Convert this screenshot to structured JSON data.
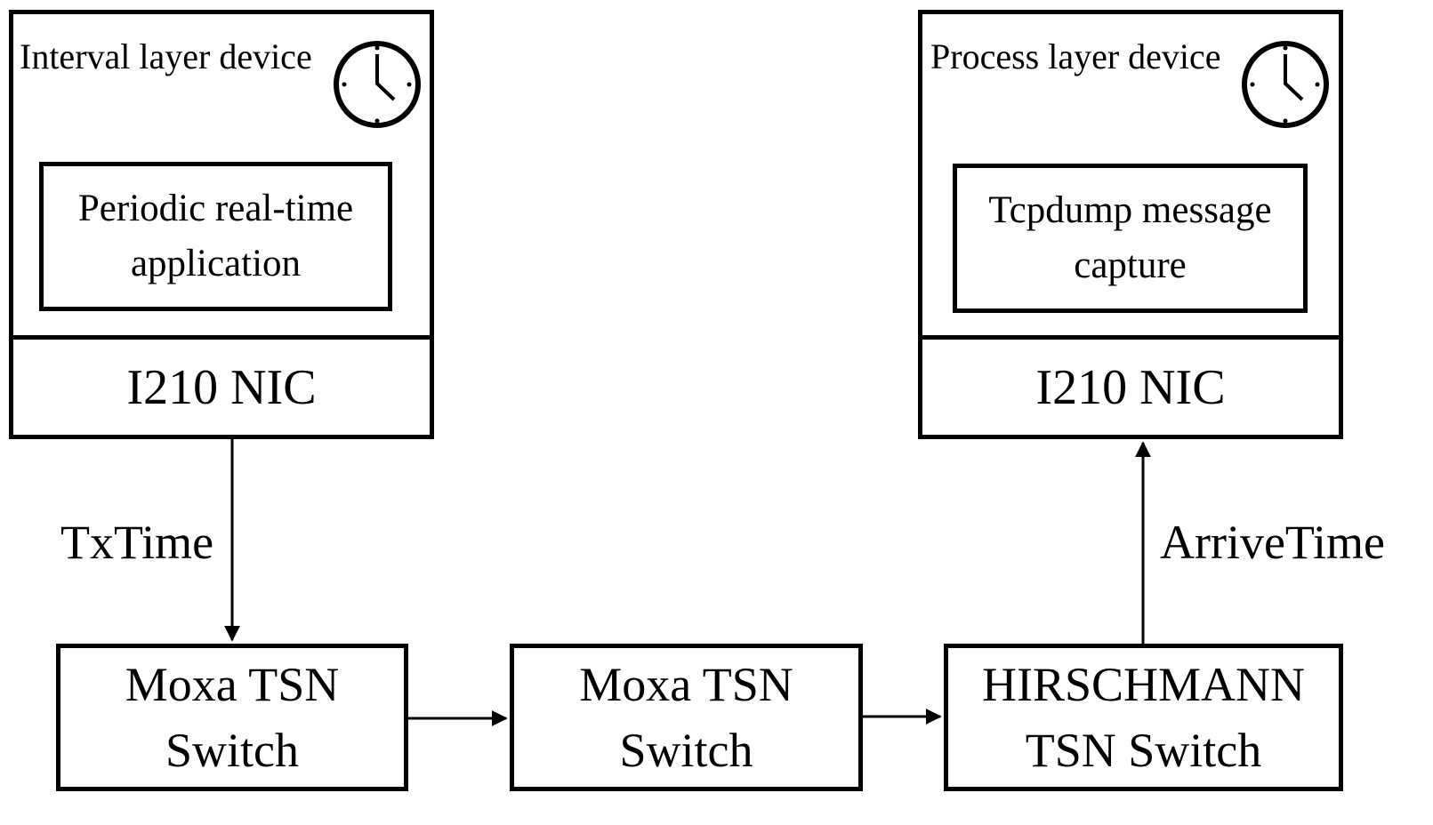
{
  "devices": {
    "interval": {
      "title": "Interval layer device",
      "app_line1": "Periodic real-time",
      "app_line2": "application",
      "nic": "I210 NIC"
    },
    "process": {
      "title": "Process layer device",
      "app_line1": "Tcpdump message",
      "app_line2": "capture",
      "nic": "I210 NIC"
    }
  },
  "switches": [
    {
      "line1": "Moxa TSN",
      "line2": "Switch"
    },
    {
      "line1": "Moxa TSN",
      "line2": "Switch"
    },
    {
      "line1": "HIRSCHMANN",
      "line2": "TSN Switch"
    }
  ],
  "edges": {
    "tx_label": "TxTime",
    "arrive_label": "ArriveTime"
  },
  "icons": [
    "clock-icon",
    "clock-icon"
  ]
}
